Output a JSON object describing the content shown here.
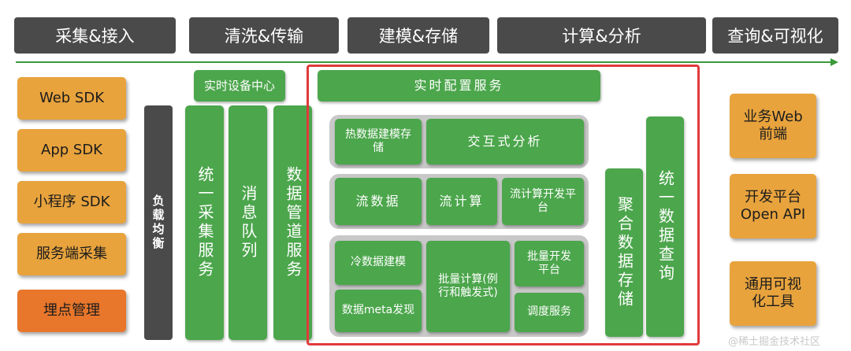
{
  "stages": [
    "采集&接入",
    "清洗&传输",
    "建模&存储",
    "计算&分析",
    "查询&可视化"
  ],
  "sources": [
    "Web SDK",
    "App SDK",
    "小程序 SDK",
    "服务端采集",
    "埋点管理"
  ],
  "load_balancer": "负载均衡",
  "realtime_device_center": "实时设备中心",
  "pipeline": [
    "统一采集服务",
    "消息队列",
    "数据管道服务"
  ],
  "realtime_config": "实时配置服务",
  "hot": {
    "modeling": "热数据建模存储",
    "analysis": "交互式分析"
  },
  "stream": {
    "data": "流数据",
    "compute": "流计算",
    "dev": "流计算开发平台"
  },
  "batch": {
    "cold_modeling": "冷数据建模",
    "meta_discovery": "数据meta发现",
    "compute": "批量计算(例行和触发式)",
    "dev": "批量开发平台",
    "scheduler": "调度服务"
  },
  "aggregate_storage": "聚合数据存储",
  "unified_query": "统一数据查询",
  "outputs": [
    "业务Web前端",
    "开发平台Open API",
    "通用可视化工具"
  ],
  "watermark": "@稀土掘金技术社区",
  "colors": {
    "stage_bg": "#4a4a4a",
    "orange": "#e8a33d",
    "orange_dark": "#e8762b",
    "green": "#4ca64c",
    "panel": "#c8c8c8",
    "frame": "#e03a3a",
    "arrow": "#3a9a3a"
  }
}
